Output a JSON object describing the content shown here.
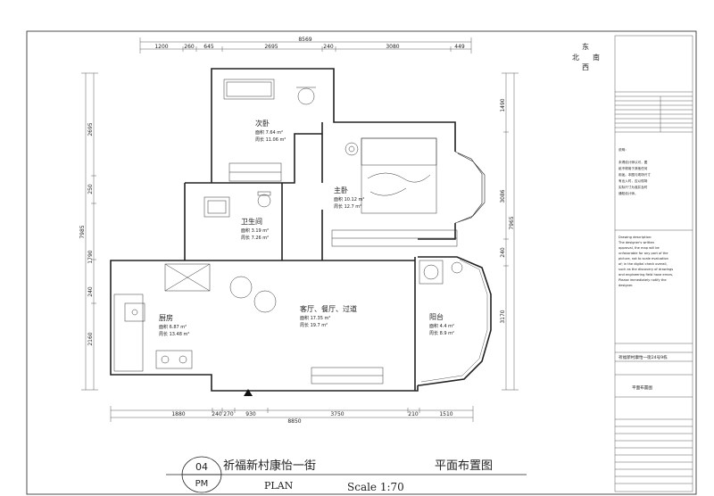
{
  "compass": {
    "east": "东",
    "north": "北",
    "south": "南",
    "west": "西"
  },
  "dimensions": {
    "top_total": "8569",
    "top_segments": [
      "1200",
      "260",
      "645",
      "2695",
      "240",
      "3080",
      "449"
    ],
    "bottom_total": "8850",
    "bottom_segments": [
      "1880",
      "240",
      "270",
      "930",
      "3750",
      "210",
      "1510"
    ],
    "left_total": "7985",
    "left_segments": [
      "2695",
      "250",
      "1790",
      "240",
      "2160"
    ],
    "right_total": "7965",
    "right_segments": [
      "1490",
      "3086",
      "240",
      "3170"
    ]
  },
  "rooms": [
    {
      "name": "次卧",
      "area": "面积  7.64  m²",
      "perimeter": "周长  11.06 m²"
    },
    {
      "name": "主卧",
      "area": "面积  10.12 m²",
      "perimeter": "周长  12.7  m²"
    },
    {
      "name": "卫生间",
      "area": "面积  3.19 m²",
      "perimeter": "周长  7.26 m²"
    },
    {
      "name": "客厅、餐厅、过道",
      "area": "面积  17.35 m²",
      "perimeter": "周长  19.7  m²"
    },
    {
      "name": "厨房",
      "area": "面积  6.87 m²",
      "perimeter": "周长  13.48 m²"
    },
    {
      "name": "阳台",
      "area": "面积  4.4 m²",
      "perimeter": "周长  8.9 m²"
    }
  ],
  "title_block": {
    "notes_heading": "说明：",
    "chinese_notes": [
      "未得设计师认可，图",
      "纸不得用于其他任何",
      "用途。本图与现场尺寸",
      "有出入时，应以现场",
      "实际尺寸为准并及时",
      "通知设计师。"
    ],
    "english_notes": [
      "Drawing description:",
      "  The designer's written",
      "approval, the map will be",
      "unfavorable for any part of the",
      "picture, not to scale evaluation",
      "of; in the digital check overall,",
      "such as the discovery of drawings",
      "and engineering field have errors,",
      "Please immediately notify the",
      "designer."
    ],
    "project_name": "祈福新村康怡一街24号9栋",
    "drawing_name": "平面布置图"
  },
  "footer": {
    "number": "04",
    "code": "PM",
    "project": "祈福新村康怡一街",
    "drawing_title": "平面布置图",
    "plan_label": "PLAN",
    "scale": "Scale 1:70"
  }
}
